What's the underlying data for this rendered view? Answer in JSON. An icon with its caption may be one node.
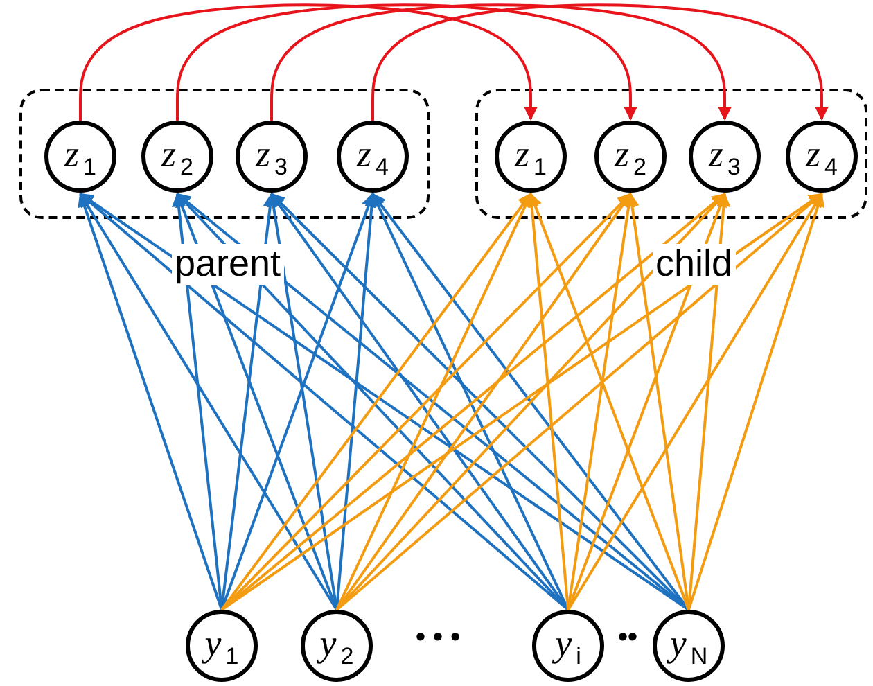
{
  "diagram": {
    "nodes": [
      {
        "text": [
          "parent"
        ]
      },
      {
        "text": [
          "*z*$_{1}$"
        ],
        "in": 0
      },
      {
        "text": [
          "*z*$_{2}$"
        ],
        "in": 0
      },
      {
        "text": [
          "*z*$_{3}$"
        ],
        "in": 0
      },
      {
        "text": [
          "*z*$_{4}$"
        ],
        "in": 0
      },
      {
        "text": [
          "child"
        ]
      },
      {
        "text": [
          "*z*$_{1}$"
        ],
        "in": 5
      },
      {
        "text": [
          "*z*$_{2}$"
        ],
        "in": 5
      },
      {
        "text": [
          "*z*$_{3}$"
        ],
        "in": 5
      },
      {
        "text": [
          "*z*$_{4}$"
        ],
        "in": 5
      },
      {
        "text": [
          "*y*$_{1}$"
        ]
      },
      {
        "text": [
          "*y*$_{2}$"
        ]
      },
      {
        "text": [
          "*y*$_{i}$"
        ]
      },
      {
        "text": [
          "*y*$_{N}$"
        ]
      }
    ],
    "edges": [
      {
        "from": 1,
        "to": 6,
        "arrow": "to",
        "color": "#e8141c"
      },
      {
        "from": 2,
        "to": 7,
        "arrow": "to",
        "color": "#e8141c"
      },
      {
        "from": 3,
        "to": 8,
        "arrow": "to",
        "color": "#e8141c"
      },
      {
        "from": 4,
        "to": 9,
        "arrow": "to",
        "color": "#e8141c"
      },
      {
        "from": 10,
        "to": 1,
        "arrow": "to",
        "color": "#1f72c0"
      },
      {
        "from": 10,
        "to": 2,
        "arrow": "to",
        "color": "#1f72c0"
      },
      {
        "from": 10,
        "to": 3,
        "arrow": "to",
        "color": "#1f72c0"
      },
      {
        "from": 10,
        "to": 4,
        "arrow": "to",
        "color": "#1f72c0"
      },
      {
        "from": 11,
        "to": 1,
        "arrow": "to",
        "color": "#1f72c0"
      },
      {
        "from": 11,
        "to": 2,
        "arrow": "to",
        "color": "#1f72c0"
      },
      {
        "from": 11,
        "to": 3,
        "arrow": "to",
        "color": "#1f72c0"
      },
      {
        "from": 11,
        "to": 4,
        "arrow": "to",
        "color": "#1f72c0"
      },
      {
        "from": 12,
        "to": 1,
        "arrow": "to",
        "color": "#1f72c0"
      },
      {
        "from": 12,
        "to": 2,
        "arrow": "to",
        "color": "#1f72c0"
      },
      {
        "from": 12,
        "to": 3,
        "arrow": "to",
        "color": "#1f72c0"
      },
      {
        "from": 12,
        "to": 4,
        "arrow": "to",
        "color": "#1f72c0"
      },
      {
        "from": 13,
        "to": 1,
        "arrow": "to",
        "color": "#1f72c0"
      },
      {
        "from": 13,
        "to": 2,
        "arrow": "to",
        "color": "#1f72c0"
      },
      {
        "from": 13,
        "to": 3,
        "arrow": "to",
        "color": "#1f72c0"
      },
      {
        "from": 13,
        "to": 4,
        "arrow": "to",
        "color": "#1f72c0"
      },
      {
        "from": 10,
        "to": 6,
        "arrow": "to",
        "color": "#f39c12"
      },
      {
        "from": 10,
        "to": 7,
        "arrow": "to",
        "color": "#f39c12"
      },
      {
        "from": 10,
        "to": 8,
        "arrow": "to",
        "color": "#f39c12"
      },
      {
        "from": 10,
        "to": 9,
        "arrow": "to",
        "color": "#f39c12"
      },
      {
        "from": 11,
        "to": 6,
        "arrow": "to",
        "color": "#f39c12"
      },
      {
        "from": 11,
        "to": 7,
        "arrow": "to",
        "color": "#f39c12"
      },
      {
        "from": 11,
        "to": 8,
        "arrow": "to",
        "color": "#f39c12"
      },
      {
        "from": 11,
        "to": 9,
        "arrow": "to",
        "color": "#f39c12"
      },
      {
        "from": 12,
        "to": 6,
        "arrow": "to",
        "color": "#f39c12"
      },
      {
        "from": 12,
        "to": 7,
        "arrow": "to",
        "color": "#f39c12"
      },
      {
        "from": 12,
        "to": 8,
        "arrow": "to",
        "color": "#f39c12"
      },
      {
        "from": 12,
        "to": 9,
        "arrow": "to",
        "color": "#f39c12"
      },
      {
        "from": 13,
        "to": 6,
        "arrow": "to",
        "color": "#f39c12"
      },
      {
        "from": 13,
        "to": 7,
        "arrow": "to",
        "color": "#f39c12"
      },
      {
        "from": 13,
        "to": 8,
        "arrow": "to",
        "color": "#f39c12"
      },
      {
        "from": 13,
        "to": 9,
        "arrow": "to",
        "color": "#f39c12"
      }
    ],
    "labels": [
      "• • •",
      "••"
    ]
  }
}
